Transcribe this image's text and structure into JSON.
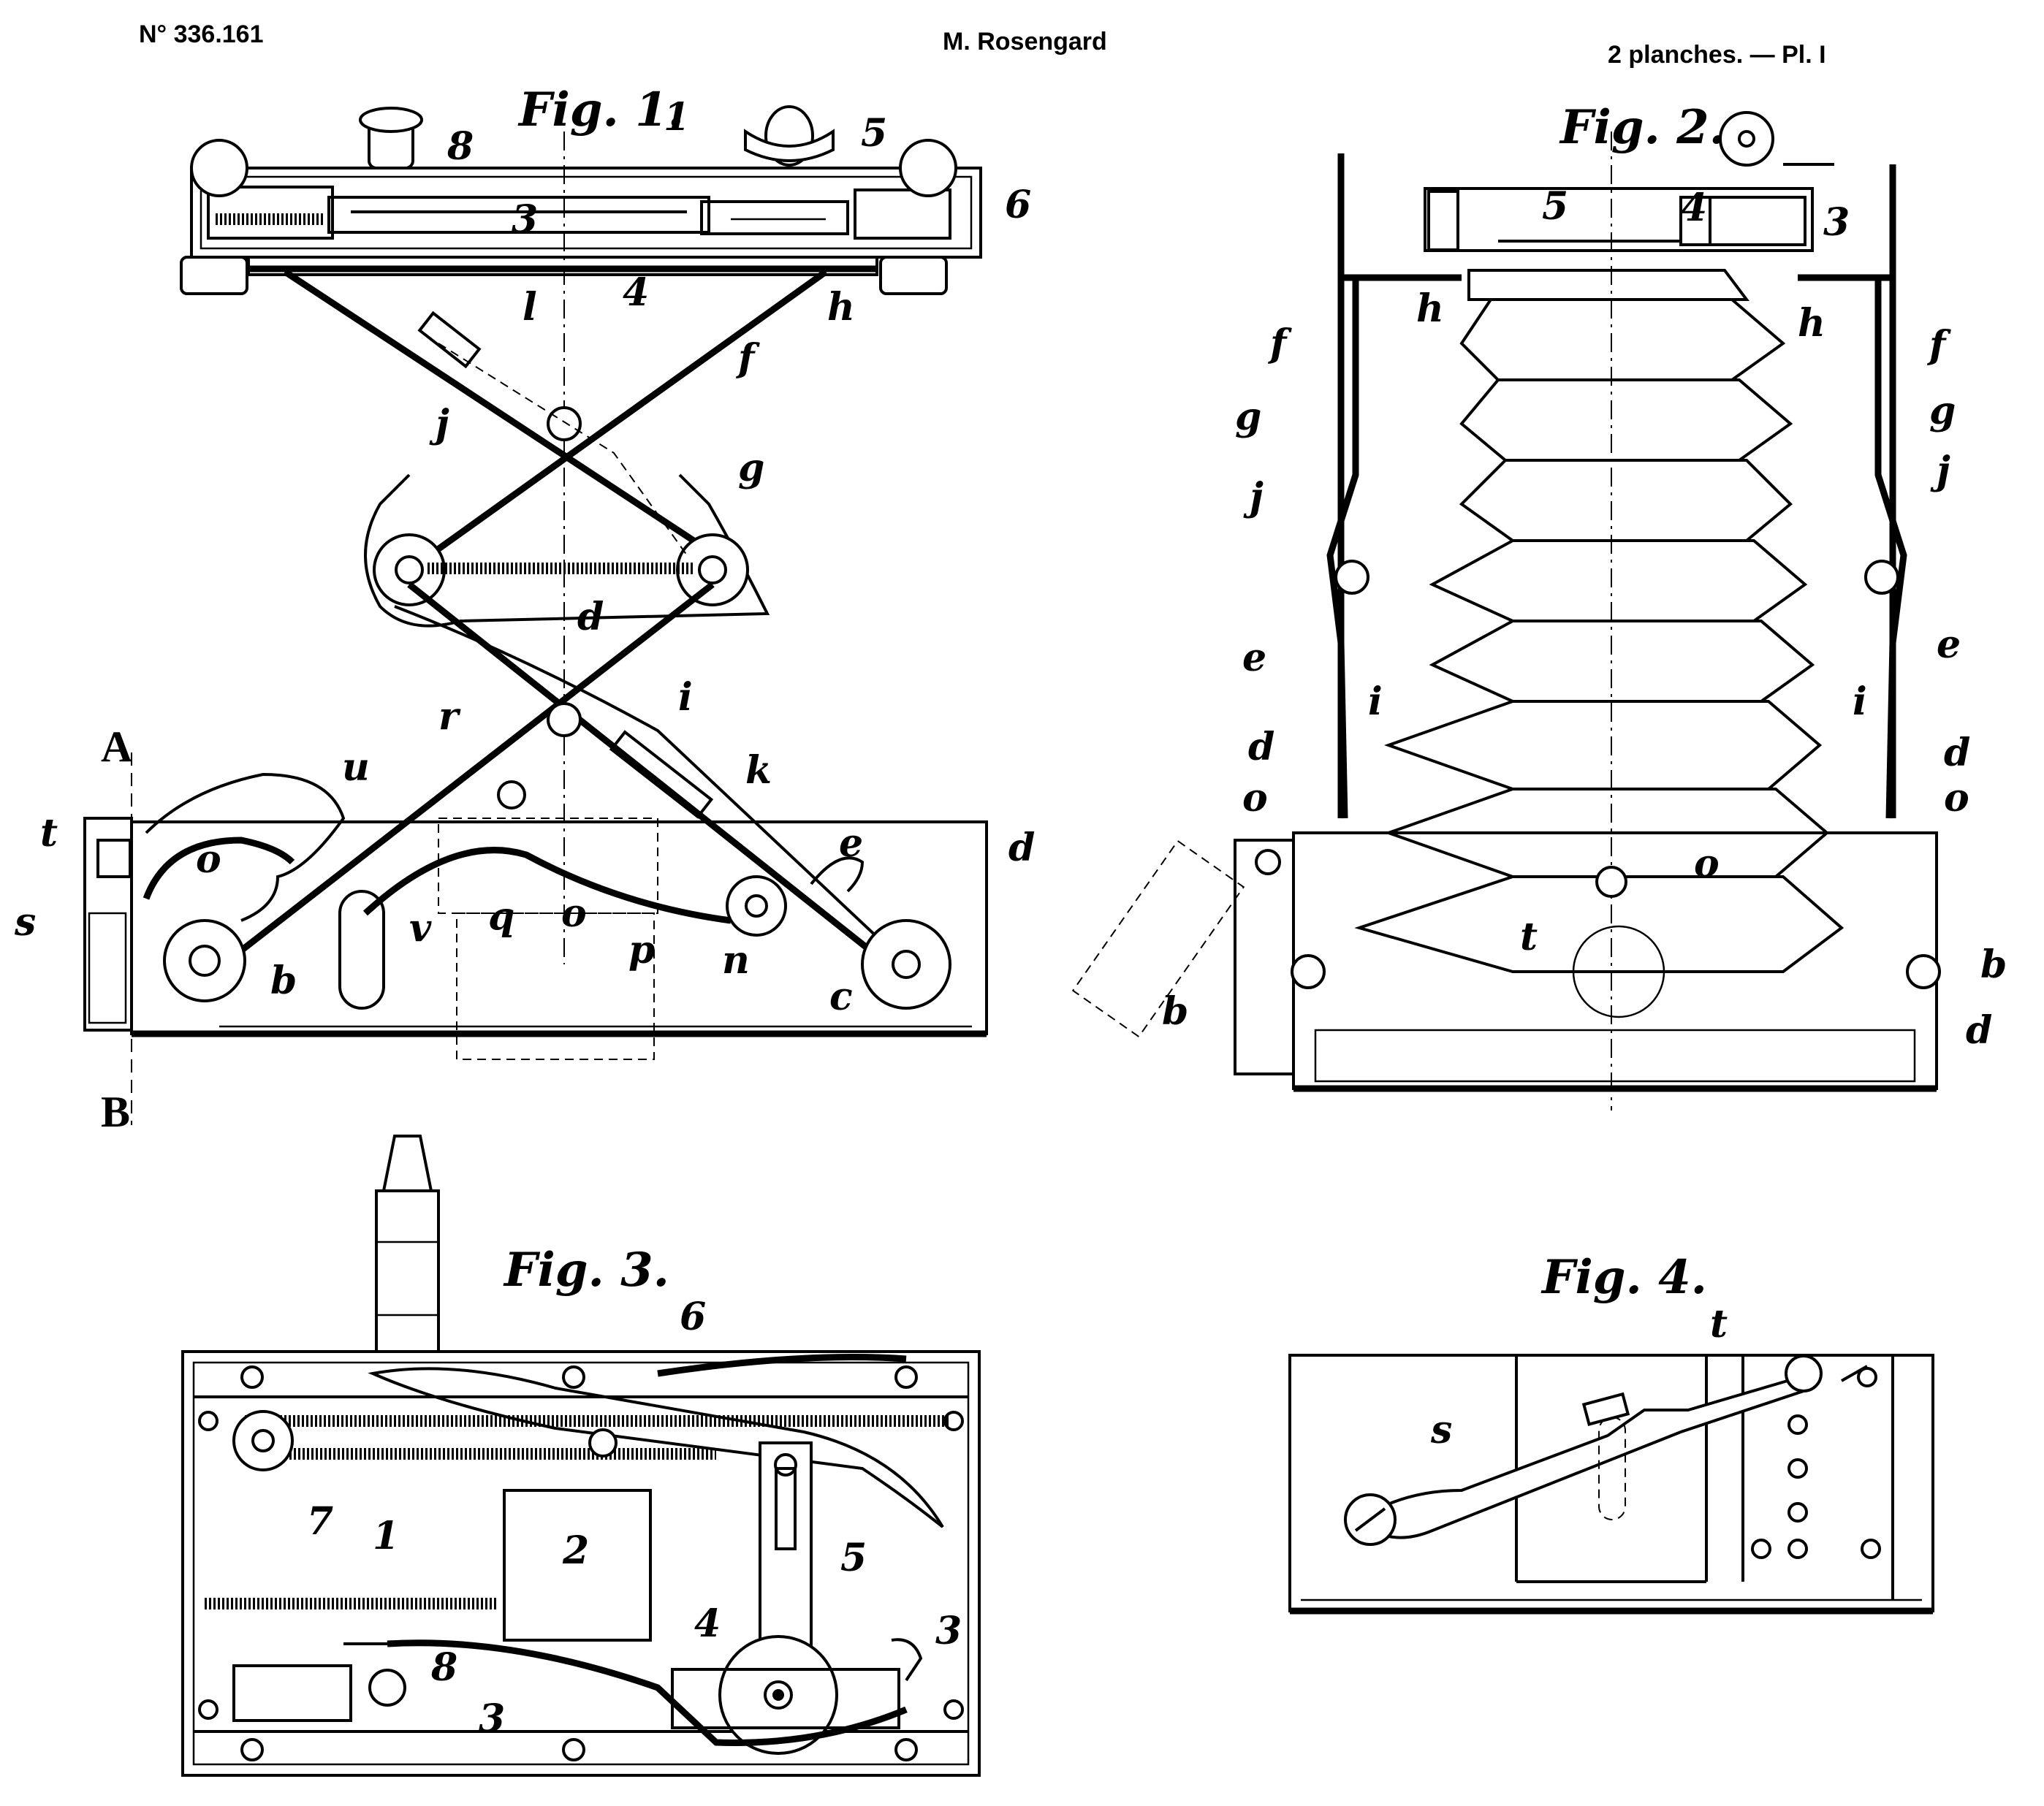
{
  "header": {
    "patent_number": "N° 336.161",
    "inventor": "M. Rosengard",
    "sheet_info": "2 planches. — Pl. I"
  },
  "figures": {
    "fig1": {
      "title": "Fig. 1.",
      "section_marks": {
        "top": "A",
        "bottom": "B"
      },
      "labels": {
        "n8": "8",
        "n1": "1",
        "n5": "5",
        "n3": "3",
        "n6": "6",
        "n4": "4",
        "h": "h",
        "l": "l",
        "f": "f",
        "j": "j",
        "g": "g",
        "d_mid": "d",
        "i": "i",
        "r": "r",
        "k": "k",
        "u": "u",
        "e": "e",
        "d_right": "d",
        "t": "t",
        "o_left": "o",
        "s": "s",
        "q": "q",
        "o_mid": "o",
        "v": "v",
        "p": "p",
        "n": "n",
        "b": "b",
        "c": "c"
      }
    },
    "fig2": {
      "title": "Fig. 2.",
      "labels": {
        "n5": "5",
        "n4": "4",
        "n3": "3",
        "h_left": "h",
        "h_right": "h",
        "f_left": "f",
        "f_right": "f",
        "g_left": "g",
        "g_right": "g",
        "j_left": "j",
        "j_right": "j",
        "e_left": "e",
        "e_right": "e",
        "i_left": "i",
        "i_right": "i",
        "d_left": "d",
        "d_right": "d",
        "o_left": "o",
        "o_right": "o",
        "o_center": "o",
        "t": "t",
        "b_left": "b",
        "b_right": "b",
        "d_bottom": "d"
      }
    },
    "fig3": {
      "title": "Fig. 3.",
      "labels": {
        "n6": "6",
        "n7": "7",
        "n1": "1",
        "n2": "2",
        "n5": "5",
        "n4": "4",
        "n3_right": "3",
        "n8": "8",
        "n3_bottom": "3"
      }
    },
    "fig4": {
      "title": "Fig. 4.",
      "labels": {
        "t": "t",
        "s": "s"
      }
    }
  }
}
